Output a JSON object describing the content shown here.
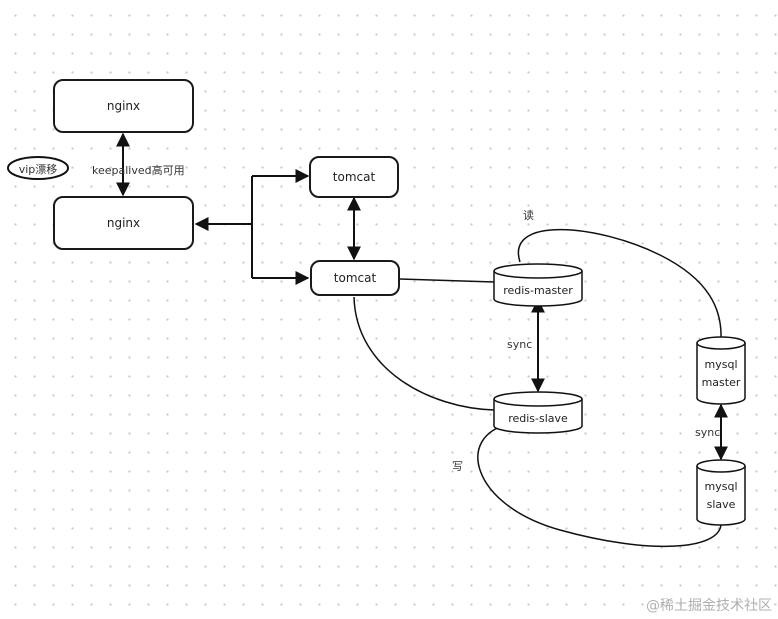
{
  "nodes": {
    "nginx_top": "nginx",
    "nginx_bottom": "nginx",
    "tomcat_top": "tomcat",
    "tomcat_bottom": "tomcat",
    "redis_master": "redis-master",
    "redis_slave": "redis-slave",
    "mysql_master_line1": "mysql",
    "mysql_master_line2": "master",
    "mysql_slave_line1": "mysql",
    "mysql_slave_line2": "slave",
    "vip": "vip漂移"
  },
  "edges": {
    "keepalived": "keepalived高可用",
    "redis_sync": "sync",
    "mysql_sync": "sync",
    "read": "读",
    "write": "写"
  },
  "watermark": "@稀土掘金技术社区"
}
